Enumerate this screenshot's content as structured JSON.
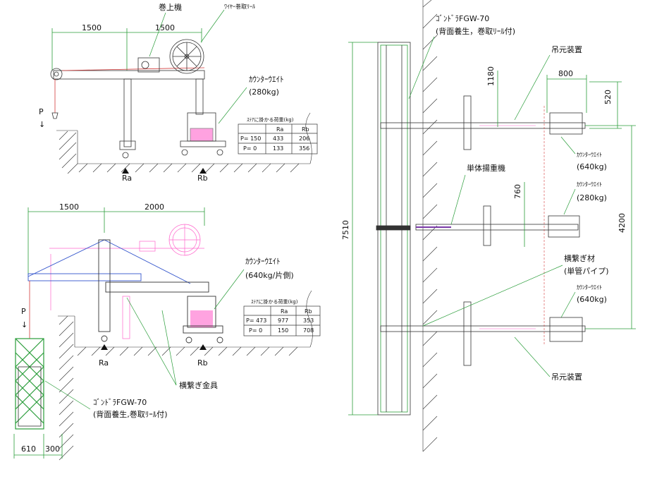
{
  "top_left": {
    "dim_left": "1500",
    "dim_right": "1500",
    "label_winch": "巻上機",
    "label_wire_reel": "ﾜｲﾔｰ巻取ﾘｰﾙ",
    "label_counterweight": "ｶｳﾝﾀｰｳｴｲﾄ",
    "label_cw_value": "(280kg)",
    "label_p": "P",
    "label_ra": "Ra",
    "label_rb": "Rb",
    "table": {
      "title": "ｽﾃｱに掛かる荷重(kg)",
      "headers": [
        "",
        "Ra",
        "Rb"
      ],
      "rows": [
        [
          "P= 150",
          "433",
          "206"
        ],
        [
          "P= 0",
          "133",
          "356"
        ]
      ]
    }
  },
  "bottom_left": {
    "dim_left": "1500",
    "dim_right": "2000",
    "label_counterweight": "ｶｳﾝﾀｰｳｴｲﾄ",
    "label_cw_value": "(640kg/片側)",
    "label_p": "P",
    "label_ra": "Ra",
    "label_rb": "Rb",
    "label_tie_fitting": "横繋ぎ金具",
    "label_gondola": "ｺﾞﾝﾄﾞﾗFGW-70",
    "label_gondola_sub": "(背面養生,巻取ﾘｰﾙ付)",
    "dim_bottom_a": "610",
    "dim_bottom_b": "300",
    "table": {
      "title": "ｽﾃｱに掛かる荷重(kg)",
      "headers": [
        "",
        "Ra",
        "Rb"
      ],
      "rows": [
        [
          "P= 473",
          "977",
          "353"
        ],
        [
          "P= 0",
          "150",
          "708"
        ]
      ]
    }
  },
  "right_plan": {
    "label_gondola": "ｺﾞﾝﾄﾞﾗFGW-70",
    "label_gondola_sub": "(背面養生，巻取ﾘｰﾙ付)",
    "label_suspension_top": "吊元装置",
    "label_suspension_bottom": "吊元装置",
    "dim_800": "800",
    "dim_520": "520",
    "dim_1180": "1180",
    "dim_760": "760",
    "dim_7510": "7510",
    "dim_4200": "4200",
    "label_cw_1": "ｶｳﾝﾀｰｳｴｲﾄ",
    "label_cw_1_value": "(640kg)",
    "label_single_hoist": "単体揚重機",
    "label_cw_2": "ｶｳﾝﾀｰｳｴｲﾄ",
    "label_cw_2_value": "(280kg)",
    "label_tie_member": "横繋ぎ材",
    "label_tie_member_sub": "(単管パイプ)",
    "label_cw_3": "ｶｳﾝﾀｰｳｴｲﾄ",
    "label_cw_3_value": "(640kg)"
  }
}
